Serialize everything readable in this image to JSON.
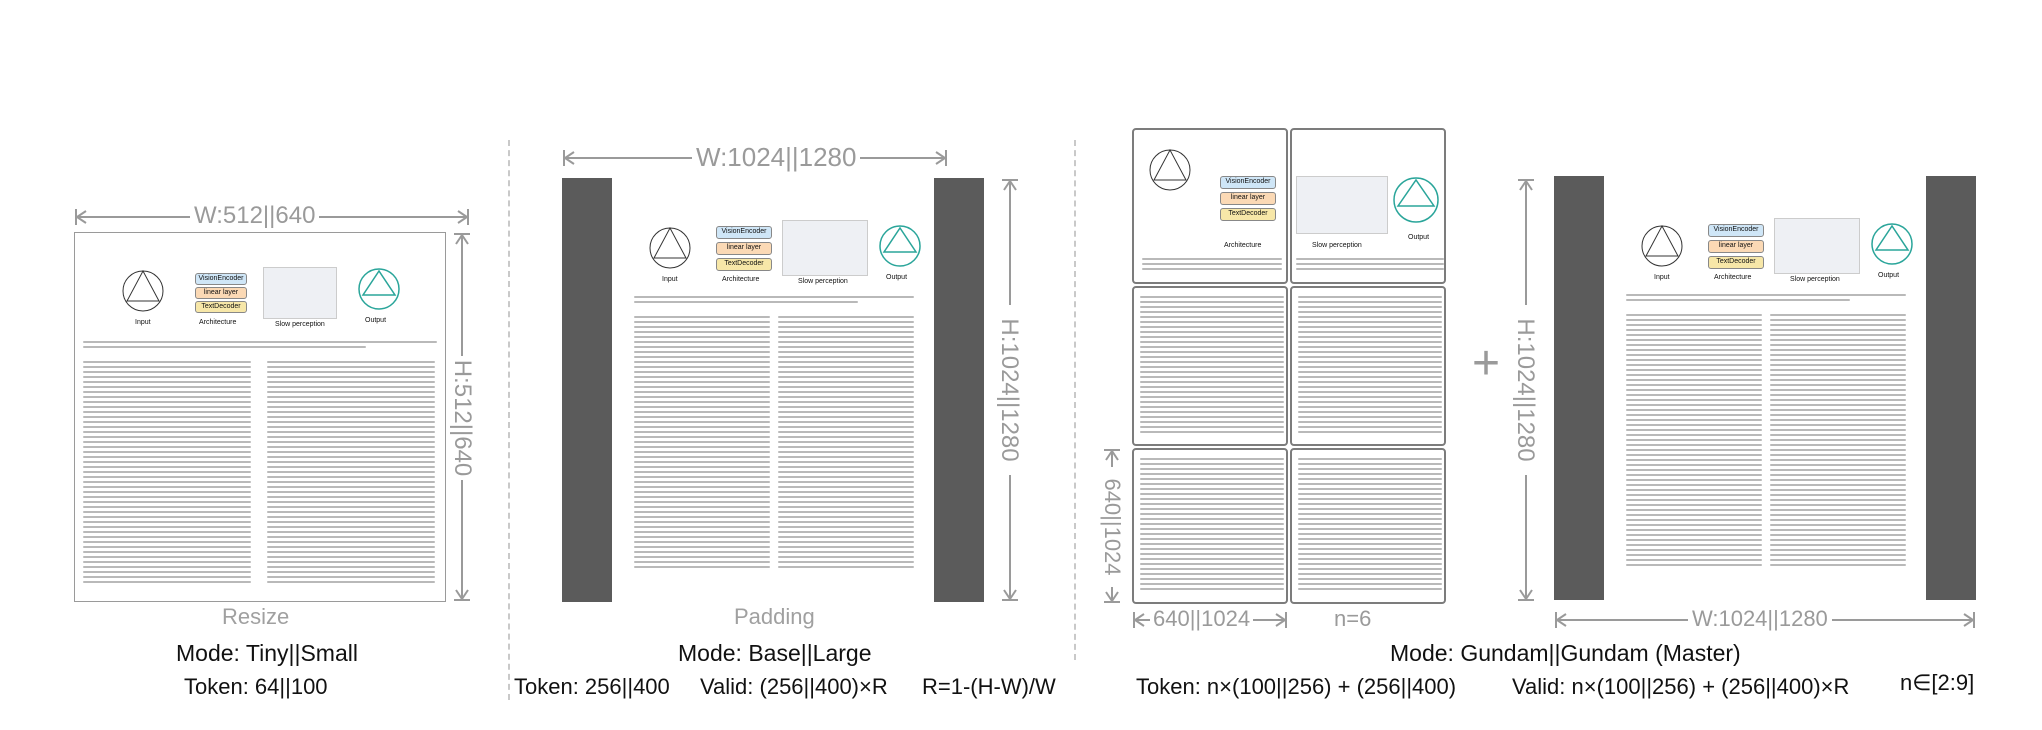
{
  "panels": {
    "tiny": {
      "width_label": "W:512||640",
      "height_label": "H:512||640",
      "caption": "Resize",
      "mode": "Mode: Tiny||Small",
      "token": "Token: 64||100"
    },
    "base": {
      "width_label": "W:1024||1280",
      "height_label": "H:1024||1280",
      "caption": "Padding",
      "mode": "Mode: Base||Large",
      "token": "Token: 256||400",
      "valid": "Valid: (256||400)×R",
      "ratio": "R=1-(H-W)/W"
    },
    "gundam": {
      "tile_width_label": "640||1024",
      "tile_height_label": "640||1024",
      "tile_count": "n=6",
      "plus": "+",
      "global_height_label": "H:1024||1280",
      "global_width_label": "W:1024||1280",
      "mode": "Mode: Gundam||Gundam (Master)",
      "token": "Token: n×(100||256) + (256||400)",
      "valid": "Valid: n×(100||256) + (256||400)×R",
      "range": "n∈[2:9]"
    }
  },
  "figure_labels": {
    "input": "Input",
    "architecture": "Architecture",
    "slow_perception": "Slow perception",
    "output": "Output",
    "vision_encoder": "VisionEncoder",
    "linear_layer": "linear layer",
    "text_decoder": "TextDecoder"
  },
  "colors": {
    "dimension_gray": "#9a9a9a",
    "padding_bar": "#5b5b5b",
    "vision_encoder": "#cfe6f7",
    "linear_layer": "#fbd9b5",
    "text_decoder": "#f7e7a8",
    "output_circle": "#2aa59a"
  }
}
